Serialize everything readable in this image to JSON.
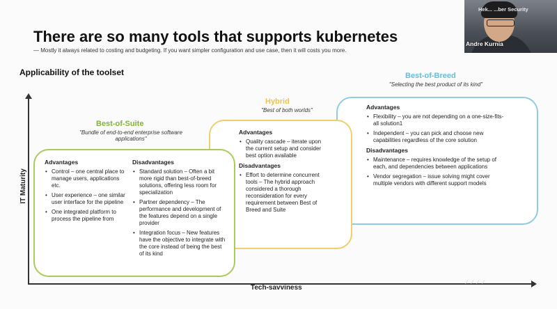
{
  "slide": {
    "title": "There are so many tools that supports kubernetes",
    "subtitle": "— Mostly it always related to costing and budgeting. If you want simpler configuration and use case, then it will costs you more.",
    "section_label": "Applicability of the toolset",
    "y_axis_label": "IT Maturity",
    "x_axis_label": "Tech-savviness"
  },
  "best_of_suite": {
    "name": "Best-of-Suite",
    "tagline": "\"Bundle of end-to-end enterprise software applications\"",
    "advantages_title": "Advantages",
    "advantages": [
      "Control – one central place to manage users, applications etc.",
      "User experience – one similar user interface for the pipeline",
      "One integrated platform to process the pipeline from"
    ],
    "disadvantages_title": "Disadvantages",
    "disadvantages": [
      "Standard solution – Often a bit more rigid than best-of-breed solutions, offering less room for specialization",
      "Partner dependency – The performance and development of the features depend on a single provider",
      "Integration focus – New features have the objective to integrate with the core instead of being the best of its kind"
    ]
  },
  "hybrid": {
    "name": "Hybrid",
    "tagline": "\"Best of both worlds\"",
    "advantages_title": "Advantages",
    "advantages": [
      "Quality cascade – iterate upon the current setup and consider best option available"
    ],
    "disadvantages_title": "Disadvantages",
    "disadvantages": [
      "Effort to determine concurrent tools – The hybrid approach considered a thorough reconsideration for every requirement between Best of Breed and Suite"
    ]
  },
  "best_of_breed": {
    "name": "Best-of-Breed",
    "tagline": "\"Selecting the best product of its kind\"",
    "advantages_title": "Advantages",
    "advantages": [
      "Flexibility – you are not depending on a one-size-fits-all solution1",
      "Independent – you can pick and choose new capabilities regardless of the core solution"
    ],
    "disadvantages_title": "Disadvantages",
    "disadvantages": [
      "Maintenance – requires knowledge of the setup of each, and dependencies between applications",
      "Vendor segregation – issue solving might cover multiple vendors with different support models"
    ]
  },
  "webcam": {
    "brand": "Hek... ...ber Security",
    "participant_name": "Andre Kurnia"
  },
  "colors": {
    "green": "#7fb53a",
    "yellow": "#eec24e",
    "blue": "#5fc0dc"
  }
}
